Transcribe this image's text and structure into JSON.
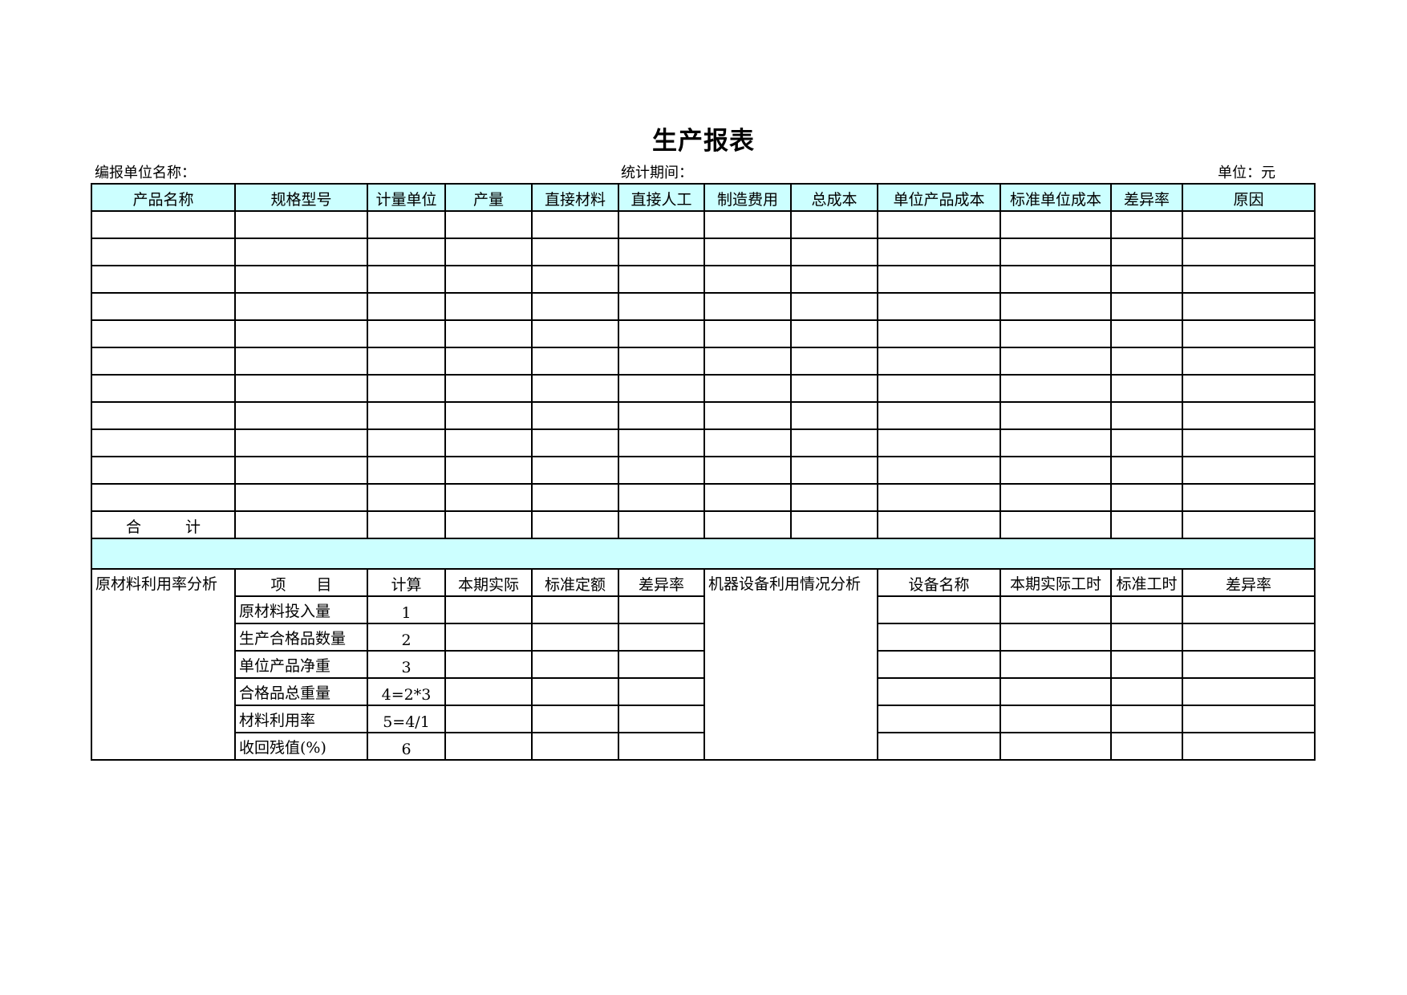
{
  "title": "生产报表",
  "meta": {
    "unit_name_label": "编报单位名称：",
    "period_label": "统计期间：",
    "currency_label": "单位：元"
  },
  "colors": {
    "header_fill": "#ccffff",
    "border": "#000000"
  },
  "main_table": {
    "headers": [
      "产品名称",
      "规格型号",
      "计量单位",
      "产量",
      "直接材料",
      "直接人工",
      "制造费用",
      "总成本",
      "单位产品成本",
      "标准单位成本",
      "差异率",
      "原因"
    ],
    "total_label": "合　计"
  },
  "material_analysis": {
    "label": "原材料利用率分析",
    "headers": [
      "项　　目",
      "计算",
      "本期实际",
      "标准定额",
      "差异率"
    ],
    "rows": [
      {
        "item": "原材料投入量",
        "calc": "1"
      },
      {
        "item": "生产合格品数量",
        "calc": "2"
      },
      {
        "item": "单位产品净重",
        "calc": "3"
      },
      {
        "item": "合格品总重量",
        "calc": "4=2*3"
      },
      {
        "item": "材料利用率",
        "calc": "5=4/1"
      },
      {
        "item": "收回残值(%)",
        "calc": "6"
      }
    ]
  },
  "equipment_analysis": {
    "label": "机器设备利用情况分析",
    "headers": [
      "设备名称",
      "本期实际工时",
      "标准工时",
      "差异率"
    ]
  }
}
